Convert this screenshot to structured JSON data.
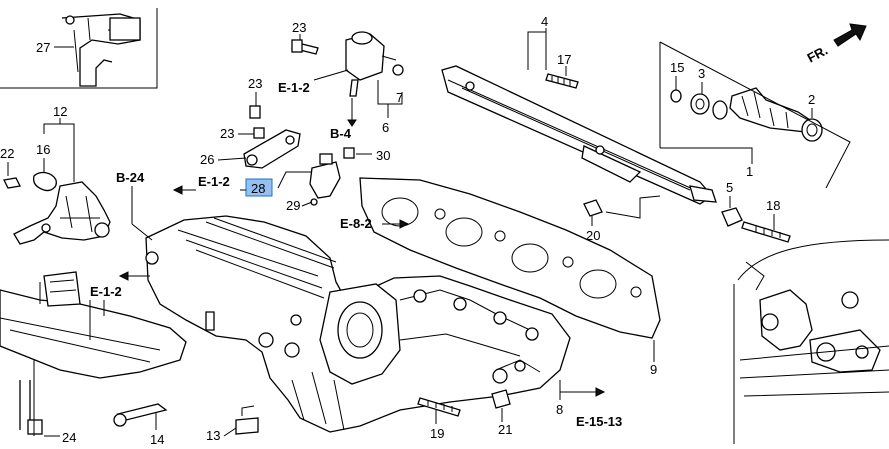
{
  "diagram": {
    "highlight_color": "#3b8ee8",
    "part_numbers": {
      "p1": "1",
      "p2": "2",
      "p3": "3",
      "p4": "4",
      "p5": "5",
      "p6": "6",
      "p7": "7",
      "p8": "8",
      "p9": "9",
      "p12": "12",
      "p13": "13",
      "p14": "14",
      "p15": "15",
      "p16": "16",
      "p17": "17",
      "p18": "18",
      "p19": "19",
      "p20": "20",
      "p21": "21",
      "p22": "22",
      "p23a": "23",
      "p23b": "23",
      "p23c": "23",
      "p24": "24",
      "p26": "26",
      "p27": "27",
      "p28": "28",
      "p29": "29",
      "p30": "30"
    },
    "references": {
      "e12_top": "E-1-2",
      "e12_mid": "E-1-2",
      "e12_left": "E-1-2",
      "b4": "B-4",
      "b24": "B-24",
      "e82": "E-8-2",
      "e1513": "E-15-13"
    },
    "direction_label": "FR."
  }
}
